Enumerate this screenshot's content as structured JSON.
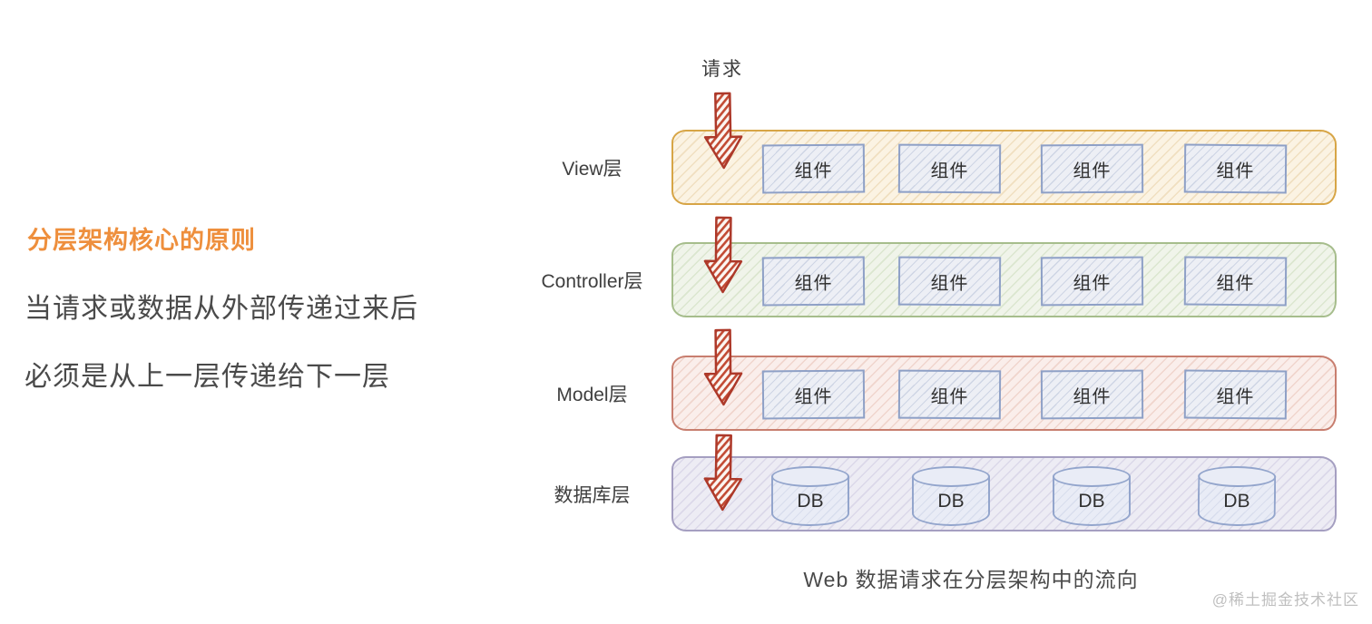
{
  "left_panel": {
    "heading": "分层架构核心的原则",
    "heading_color": "#ee8f3d",
    "line1": "当请求或数据从外部传递过来后",
    "line2": "必须是从上一层传递给下一层",
    "text_color": "#4a4a4a"
  },
  "diagram": {
    "request_label": "请求",
    "arrow_color": "#ad392a",
    "arrow_hatch_color": "#c24b34",
    "arrow_bg_color": "#fcf6f2",
    "component_label": "组件",
    "db_label": "DB",
    "component_style": {
      "border": "#8ea0c6",
      "fill": "#edeff5",
      "hatch": "rgba(136,152,190,0.30)"
    },
    "db_style": {
      "border": "#93a5cc",
      "fill": "#e9ecf6"
    },
    "layers": [
      {
        "label": "View层",
        "border": "#d7a546",
        "fill": "#fbf3e3",
        "hatch": "#f0dfc0",
        "type": "component"
      },
      {
        "label": "Controller层",
        "border": "#a6bd8c",
        "fill": "#f0f4ea",
        "hatch": "#dbe6cf",
        "type": "component"
      },
      {
        "label": "Model层",
        "border": "#c87e6f",
        "fill": "#faeeeb",
        "hatch": "#f0d5cd",
        "type": "component"
      },
      {
        "label": "数据库层",
        "border": "#a59fc1",
        "fill": "#edecf4",
        "hatch": "#dbd8e9",
        "type": "db"
      }
    ],
    "items_per_layer": 4,
    "caption": "Web 数据请求在分层架构中的流向"
  },
  "watermark": "@稀土掘金技术社区"
}
